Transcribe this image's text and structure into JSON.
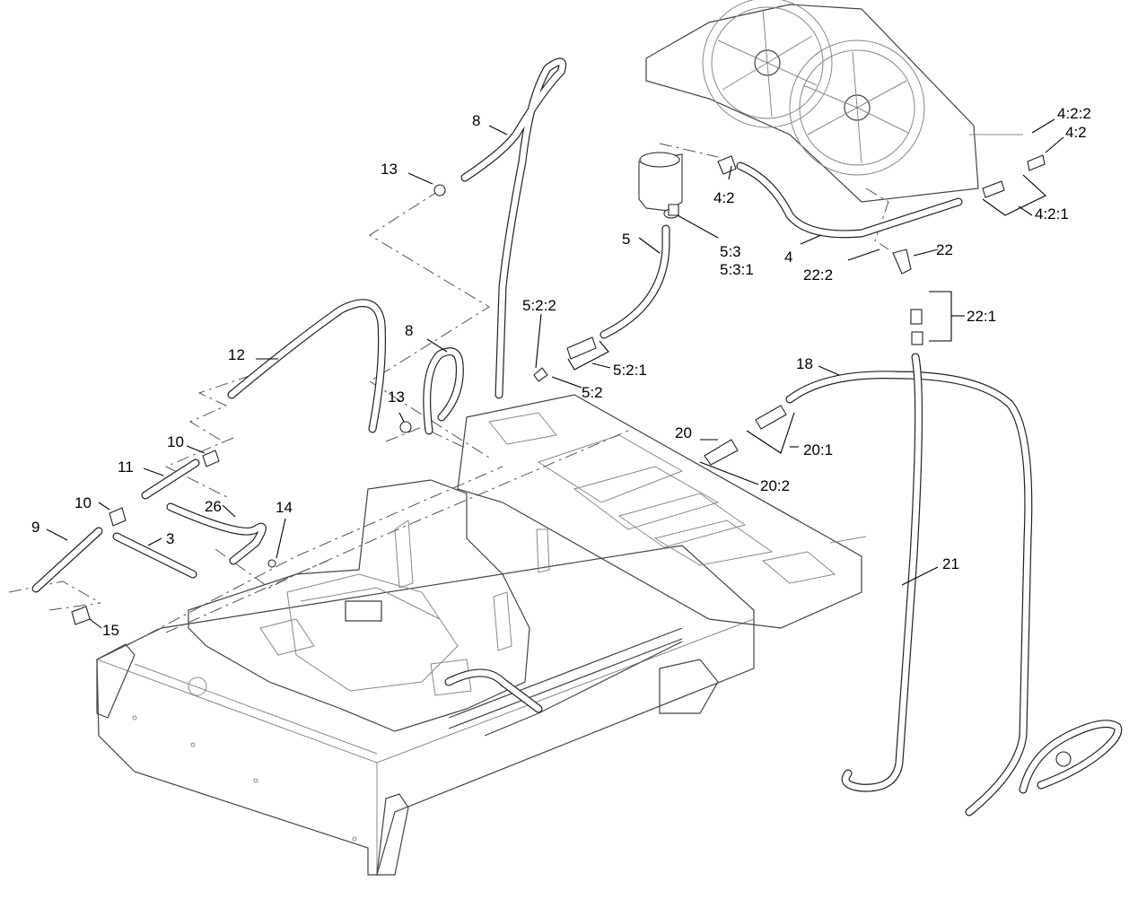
{
  "callouts": [
    {
      "id": "c01",
      "text": "8"
    },
    {
      "id": "c02",
      "text": "13"
    },
    {
      "id": "c03",
      "text": "4:2:2"
    },
    {
      "id": "c04",
      "text": "4:2"
    },
    {
      "id": "c05",
      "text": "4:2"
    },
    {
      "id": "c06",
      "text": "4:2:1"
    },
    {
      "id": "c07",
      "text": "5"
    },
    {
      "id": "c08",
      "text": "5:3"
    },
    {
      "id": "c09",
      "text": "5:3:1"
    },
    {
      "id": "c10",
      "text": "4"
    },
    {
      "id": "c11",
      "text": "22:2"
    },
    {
      "id": "c12",
      "text": "22"
    },
    {
      "id": "c13",
      "text": "22:1"
    },
    {
      "id": "c14",
      "text": "5:2:2"
    },
    {
      "id": "c15",
      "text": "8"
    },
    {
      "id": "c16",
      "text": "12"
    },
    {
      "id": "c17",
      "text": "5:2:1"
    },
    {
      "id": "c18",
      "text": "5:2"
    },
    {
      "id": "c19",
      "text": "18"
    },
    {
      "id": "c20",
      "text": "13"
    },
    {
      "id": "c21",
      "text": "10"
    },
    {
      "id": "c22",
      "text": "20"
    },
    {
      "id": "c23",
      "text": "20:1"
    },
    {
      "id": "c24",
      "text": "11"
    },
    {
      "id": "c25",
      "text": "20:2"
    },
    {
      "id": "c26",
      "text": "10"
    },
    {
      "id": "c27",
      "text": "26"
    },
    {
      "id": "c28",
      "text": "14"
    },
    {
      "id": "c29",
      "text": "9"
    },
    {
      "id": "c30",
      "text": "3"
    },
    {
      "id": "c31",
      "text": "21"
    },
    {
      "id": "c32",
      "text": "15"
    }
  ]
}
